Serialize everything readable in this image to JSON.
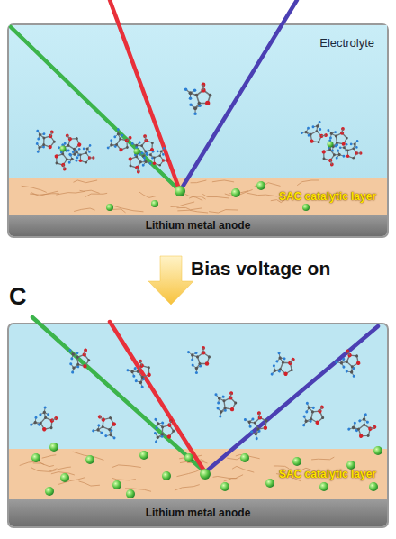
{
  "diagram": {
    "nodes": [
      {
        "text": [
          "Electrolyte"
        ]
      },
      {
        "text": [
          "SAC catalytic layer"
        ]
      },
      {
        "text": [
          "Lithium metal anode"
        ]
      },
      {
        "text": [
          "SAC catalytic layer"
        ]
      },
      {
        "text": [
          "Lithium metal anode"
        ]
      }
    ],
    "labels": [
      "Bias voltage on",
      "C"
    ]
  }
}
